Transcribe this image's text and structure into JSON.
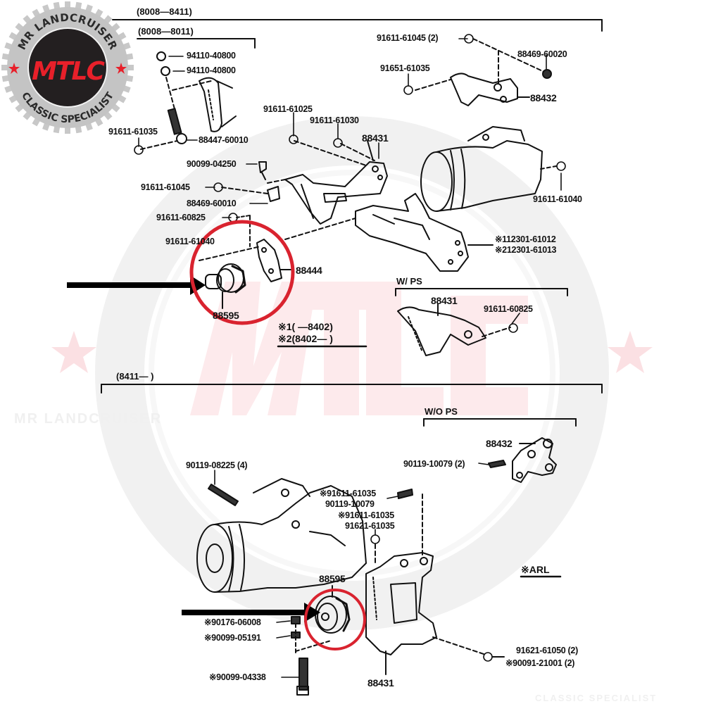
{
  "badge": {
    "top_text": "MR LANDCRUISER",
    "bottom_text": "CLASSIC SPECIALIST",
    "monogram": "MTLC",
    "colors": {
      "ring": "#c4c4c4",
      "disc": "#231f20",
      "monogram": "#e8202a",
      "text": "#2a2a2a"
    }
  },
  "watermark": {
    "text_top": "MR LANDCRUISER",
    "text_bottom": "CLASSIC SPECIALIST",
    "color": "#eeeeee",
    "accent": "#fde6e8"
  },
  "highlight_color": "#d9232f",
  "upper_section": {
    "range_outer": "(8008—8411)",
    "range_inner": "(8008—8011)",
    "parts": [
      {
        "id": "n1",
        "number": "94110-40800"
      },
      {
        "id": "n2",
        "number": "94110-40800"
      },
      {
        "id": "p1",
        "number": "91611-61035"
      },
      {
        "id": "p2",
        "number": "88447-60010"
      },
      {
        "id": "p3",
        "number": "91611-61025"
      },
      {
        "id": "p4",
        "number": "91611-61030"
      },
      {
        "id": "p5",
        "number": "88431"
      },
      {
        "id": "p6",
        "number": "90099-04250"
      },
      {
        "id": "p7",
        "number": "91611-61045"
      },
      {
        "id": "p8",
        "number": "88469-60010"
      },
      {
        "id": "p9",
        "number": "91611-60825"
      },
      {
        "id": "p10",
        "number": "91611-61040"
      },
      {
        "id": "p11",
        "number": "88444"
      },
      {
        "id": "p12",
        "number": "88595"
      },
      {
        "id": "p13",
        "number": "91611-61045 (2)"
      },
      {
        "id": "p14",
        "number": "88469-60020"
      },
      {
        "id": "p15",
        "number": "91651-61035"
      },
      {
        "id": "p16",
        "number": "88432"
      },
      {
        "id": "p17",
        "number": "91611-61040"
      },
      {
        "id": "p18",
        "number": "※112301-61012"
      },
      {
        "id": "p19",
        "number": "※212301-61013"
      }
    ],
    "notes": [
      "※1(        —8402)",
      "※2(8402—        )"
    ],
    "wps": {
      "title": "W/ PS",
      "parts": [
        {
          "id": "w1",
          "number": "88431"
        },
        {
          "id": "w2",
          "number": "91611-60825"
        }
      ]
    }
  },
  "lower_section": {
    "range": "(8411—        )",
    "wops": {
      "title": "W/O PS",
      "parts": [
        {
          "id": "o1",
          "number": "88432"
        },
        {
          "id": "o2",
          "number": "90119-10079 (2)"
        }
      ]
    },
    "parts": [
      {
        "id": "l1",
        "number": "90119-08225 (4)"
      },
      {
        "id": "l2",
        "number": "※91611-61035"
      },
      {
        "id": "l3",
        "number": "90119-10079"
      },
      {
        "id": "l4",
        "number": "※91611-61035"
      },
      {
        "id": "l5",
        "number": "91621-61035"
      },
      {
        "id": "l6",
        "number": "88595"
      },
      {
        "id": "l7",
        "number": "※90176-06008"
      },
      {
        "id": "l8",
        "number": "※90099-05191"
      },
      {
        "id": "l9",
        "number": "※90099-04338"
      },
      {
        "id": "l10",
        "number": "88431"
      },
      {
        "id": "l11",
        "number": "91621-61050 (2)"
      },
      {
        "id": "l12",
        "number": "※90091-21001 (2)"
      }
    ],
    "note": "※ARL"
  }
}
